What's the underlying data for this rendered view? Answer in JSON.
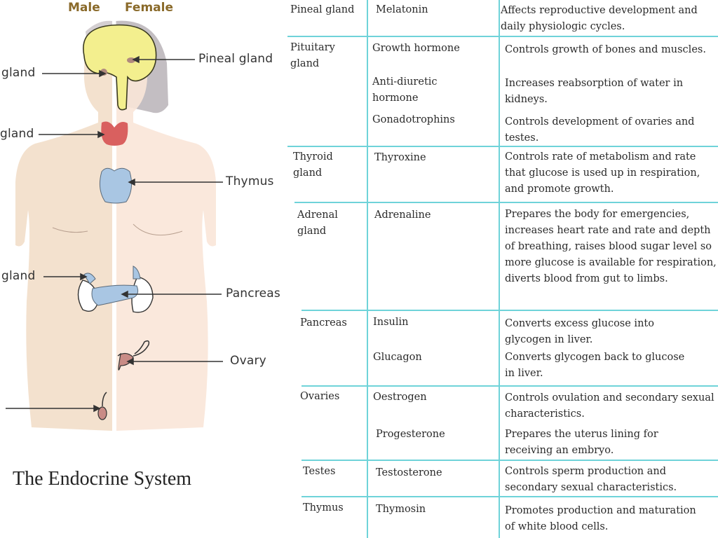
{
  "diagram": {
    "header": {
      "male": "Male",
      "female": "Female"
    },
    "labels_left": [
      "gland",
      "gland",
      "gland",
      ""
    ],
    "labels_right": [
      "Pineal gland",
      "Thymus",
      "Pancreas",
      "Ovary"
    ],
    "caption": "The Endocrine System",
    "colors": {
      "brain": "#f3ef8e",
      "thyroid": "#d9605f",
      "thymus": "#a9c6e3",
      "male_skin": "#f1dcc6",
      "female_skin": "#fae6d8",
      "hair": "#b9b4b8"
    }
  },
  "table": {
    "rows": [
      {
        "gland": "Pineal gland",
        "hormones": [
          "Melatonin"
        ],
        "effects": [
          "Affects reproductive development and daily physiologic cycles."
        ]
      },
      {
        "gland": "Pituitary gland",
        "hormones": [
          "Growth hormone",
          "Anti-diuretic hormone",
          "Gonadotrophins"
        ],
        "effects": [
          "Controls growth of bones and muscles.",
          "Increases reabsorption of water in kidneys.",
          "Controls development of ovaries and testes."
        ]
      },
      {
        "gland": "Thyroid gland",
        "hormones": [
          "Thyroxine"
        ],
        "effects": [
          "Controls rate of metabolism and rate that glucose is used up in respiration, and promote growth."
        ]
      },
      {
        "gland": "Adrenal gland",
        "hormones": [
          "Adrenaline"
        ],
        "effects": [
          "Prepares the body for emergencies, increases heart rate and rate and depth of breathing, raises blood sugar level so more glucose is available for respiration, diverts blood from gut to limbs."
        ]
      },
      {
        "gland": "Pancreas",
        "hormones": [
          "Insulin",
          "Glucagon"
        ],
        "effects": [
          "Converts excess glucose into glycogen in liver.",
          "Converts glycogen back to glucose in liver."
        ]
      },
      {
        "gland": "Ovaries",
        "hormones": [
          "Oestrogen",
          "Progesterone"
        ],
        "effects": [
          "Controls ovulation and secondary sexual characteristics.",
          "Prepares the uterus lining for receiving an embryo."
        ]
      },
      {
        "gland": "Testes",
        "hormones": [
          "Testosterone"
        ],
        "effects": [
          "Controls sperm production and secondary sexual characteristics."
        ]
      },
      {
        "gland": "Thymus",
        "hormones": [
          "Thymosin"
        ],
        "effects": [
          "Promotes production and maturation of white blood cells."
        ]
      }
    ],
    "grid_color": "#6fd3d9"
  }
}
